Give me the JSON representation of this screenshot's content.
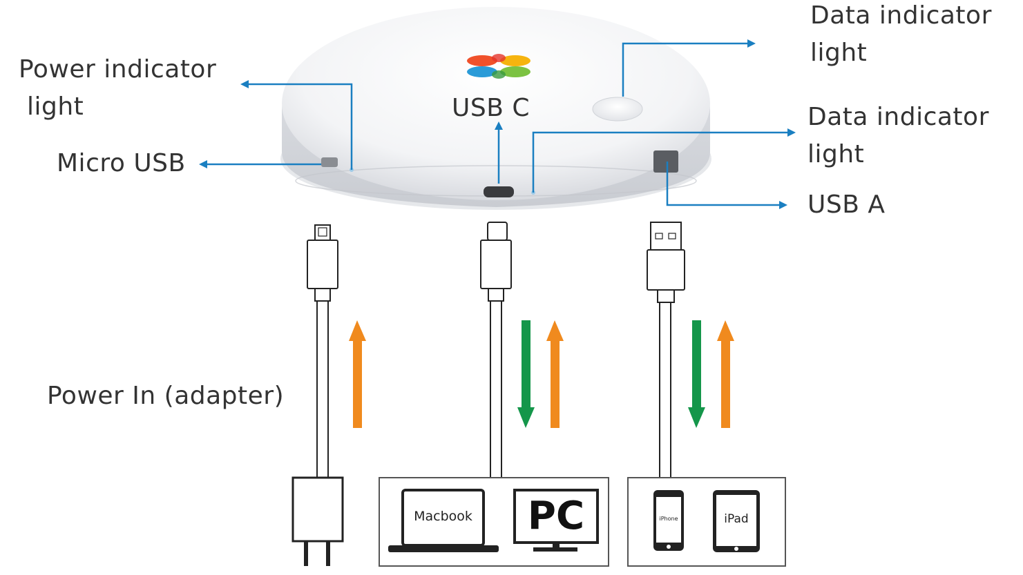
{
  "labels": {
    "power_indicator": [
      "Power indicator",
      "light"
    ],
    "micro_usb": "Micro USB",
    "usb_c": "USB C",
    "data_indicator_top": [
      "Data indicator",
      "light"
    ],
    "data_indicator_side": [
      "Data indicator",
      "light"
    ],
    "usb_a": "USB A",
    "power_in": "Power In (adapter)"
  },
  "devices": {
    "macbook": "Macbook",
    "pc": "PC",
    "iphone": "iPhone",
    "ipad": "iPad"
  },
  "colors": {
    "leader": "#1a7fc1",
    "power_arrow": "#f08a1e",
    "data_arrow": "#14964a",
    "outline": "#222222"
  }
}
